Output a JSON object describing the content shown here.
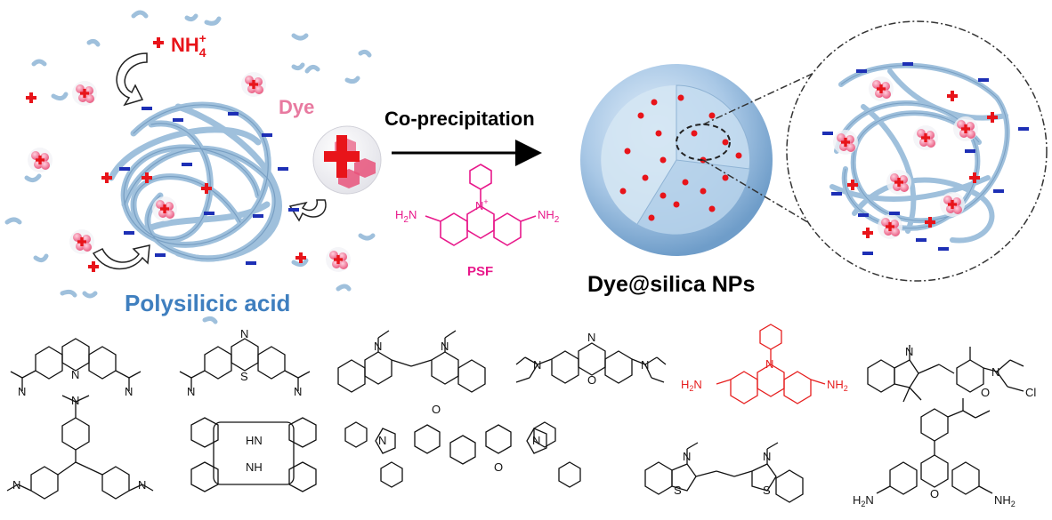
{
  "labels": {
    "ammonium": "NH",
    "ammonium_sub": "4",
    "ammonium_sup": "+",
    "dye": "Dye",
    "polymer": "Polysilicic acid",
    "process": "Co-precipitation",
    "product": "Dye@silica NPs",
    "psf": "PSF",
    "amine": "NH",
    "amine_sub": "2",
    "amine_left": "H",
    "amine_left_sub": "2",
    "amine_left_n": "N",
    "ring_n": "N",
    "ring_n_plus": "+",
    "ring_s": "S",
    "ring_o": "O",
    "ring_hn": "HN",
    "ring_nh": "NH",
    "cl": "Cl"
  },
  "colors": {
    "polymer_blue": "#9fc0dc",
    "polymer_dark": "#6f97bd",
    "charge_red": "#e8141a",
    "charge_blue": "#1d2fb5",
    "dye_pink": "#e8527a",
    "psf_magenta": "#e8198b",
    "highlight_red": "#e61e1e",
    "label_blue": "#3f7fbf",
    "label_pink": "#e87aa0"
  },
  "icons": [
    "plus-charge-icon",
    "minus-charge-icon",
    "dye-molecule-icon",
    "arrow-icon"
  ]
}
